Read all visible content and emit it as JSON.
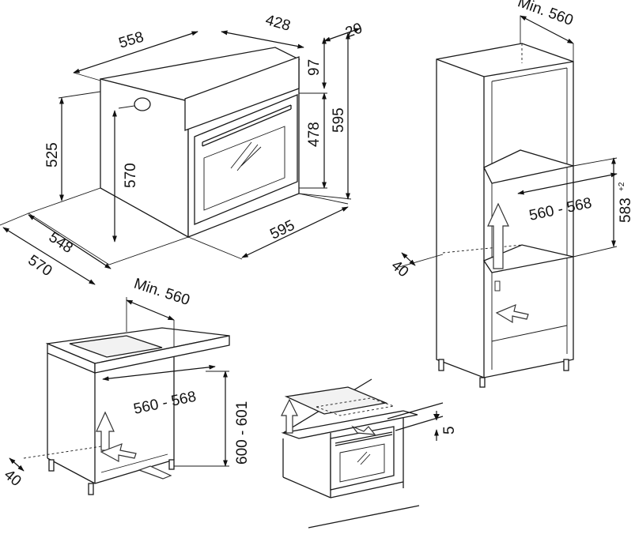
{
  "oven_diagram": {
    "width": "558",
    "depth_top": "428",
    "panel_offset": "20",
    "panel_height": "97",
    "total_height": "595",
    "door_height": "478",
    "side_height": "525",
    "inner_height": "570",
    "base_depth": "548",
    "overall_depth": "570",
    "front_width": "595"
  },
  "tall_cabinet": {
    "min_depth": "Min. 560",
    "niche_width": "560 - 568",
    "niche_height": "583",
    "niche_height_tol": "+2",
    "rear_gap": "40"
  },
  "base_cabinet": {
    "min_depth": "Min. 560",
    "niche_width": "560 - 568",
    "niche_height": "600 - 601",
    "rear_gap": "40"
  },
  "hob_installation": {
    "gap": "5"
  }
}
